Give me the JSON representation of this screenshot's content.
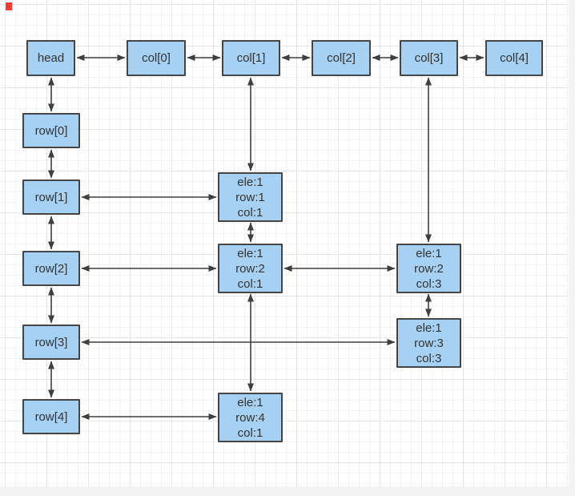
{
  "diagram": {
    "type": "orthogonal-linked-list",
    "nodes": {
      "head": "head",
      "cols": [
        "col[0]",
        "col[1]",
        "col[2]",
        "col[3]",
        "col[4]"
      ],
      "rows": [
        "row[0]",
        "row[1]",
        "row[2]",
        "row[3]",
        "row[4]"
      ],
      "elements": [
        {
          "lines": [
            "ele:1",
            "row:1",
            "col:1"
          ]
        },
        {
          "lines": [
            "ele:1",
            "row:2",
            "col:1"
          ]
        },
        {
          "lines": [
            "ele:1",
            "row:2",
            "col:3"
          ]
        },
        {
          "lines": [
            "ele:1",
            "row:3",
            "col:3"
          ]
        },
        {
          "lines": [
            "ele:1",
            "row:4",
            "col:1"
          ]
        }
      ]
    },
    "edges": "all connectors are double-headed arrows"
  },
  "colors": {
    "node_fill": "#a7d1f2",
    "node_border": "#454545",
    "edge": "#3f3f3f",
    "text": "#333333",
    "grid_minor": "#f3f3f3",
    "grid_major": "#e7e7e7",
    "page_bg": "#f4f4f4",
    "marker_red": "#fb3a31"
  }
}
